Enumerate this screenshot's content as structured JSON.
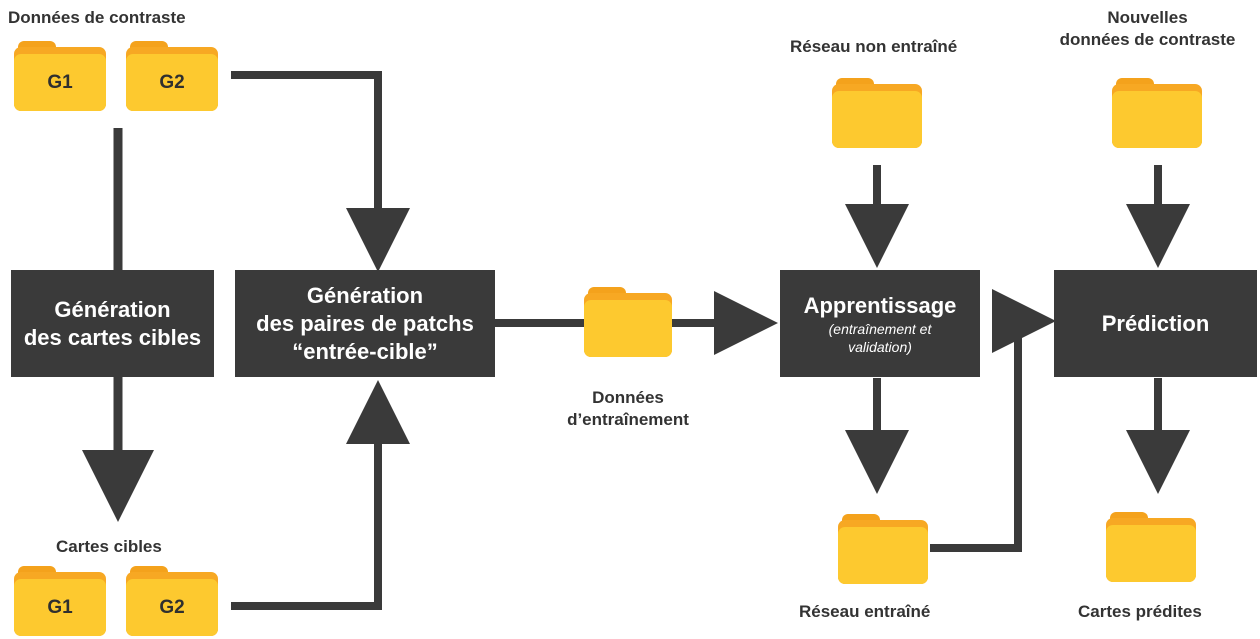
{
  "labels": {
    "contrast_data": "Données de contraste",
    "target_maps": "Cartes cibles",
    "untrained_net": "Réseau non entraîné",
    "new_contrast_line1": "Nouvelles",
    "new_contrast_line2": "données de contraste",
    "training_data_line1": "Données",
    "training_data_line2": "d’entraînement",
    "trained_net": "Réseau entraîné",
    "predicted_maps": "Cartes prédites"
  },
  "folders": {
    "g1": "G1",
    "g2": "G2"
  },
  "boxes": {
    "target_gen_line1": "Génération",
    "target_gen_line2": "des cartes cibles",
    "patch_gen_line1": "Génération",
    "patch_gen_line2": "des paires de patchs",
    "patch_gen_line3": "“entrée-cible”",
    "learning_title": "Apprentissage",
    "learning_sub_line1": "(entraînement et",
    "learning_sub_line2": "validation)",
    "prediction": "Prédiction"
  },
  "colors": {
    "box_bg": "#3a3a3a",
    "folder_front": "#fdc92f",
    "folder_back": "#f7a823",
    "wire": "#3a3a3a"
  }
}
